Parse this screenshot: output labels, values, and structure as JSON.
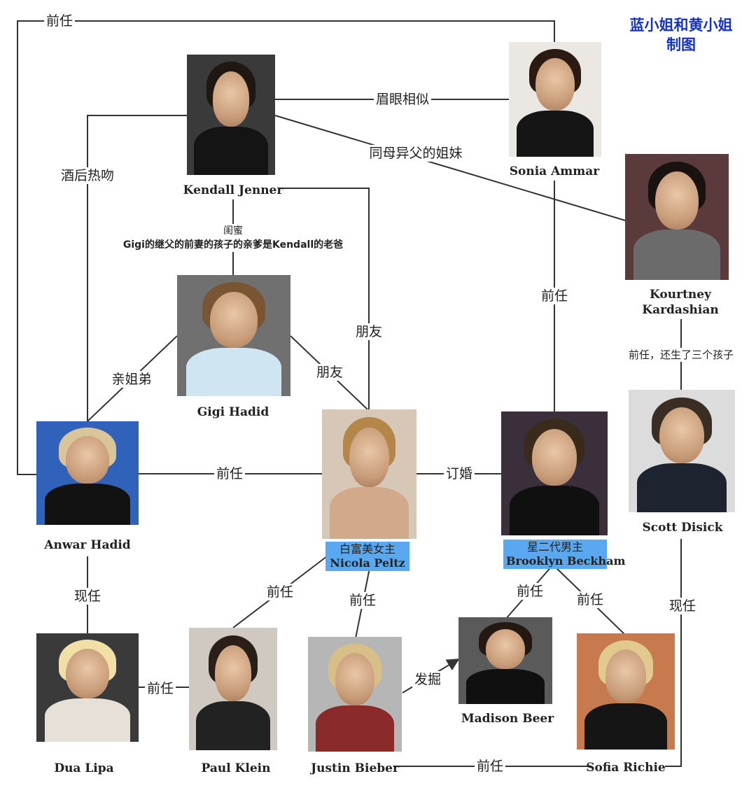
{
  "credit": {
    "line1": "蓝小姐和黄小姐",
    "line2": "制图"
  },
  "people": {
    "kendall": "Kendall Jenner",
    "sonia": "Sonia Ammar",
    "kourtney_1": "Kourtney",
    "kourtney_2": "Kardashian",
    "gigi": "Gigi Hadid",
    "anwar": "Anwar Hadid",
    "scott": "Scott Disick",
    "nicola_tag": "白富美女主",
    "nicola": "Nicola Peltz",
    "brooklyn_tag": "星二代男主",
    "brooklyn": "Brooklyn Beckham",
    "dua": "Dua Lipa",
    "paul": "Paul Klein",
    "justin": "Justin Bieber",
    "madison": "Madison Beer",
    "sofia": "Sofia Richie"
  },
  "relations": {
    "sonia_anwar": "前任",
    "kendall_sonia": "眉眼相似",
    "kendall_kourtney": "同母异父的姐妹",
    "kendall_anwar": "酒后热吻",
    "kendall_gigi_1": "闺蜜",
    "kendall_gigi_2": "Gigi的继父的前妻的孩子的亲爹是Kendall的老爸",
    "kendall_nicola": "朋友",
    "gigi_nicola": "朋友",
    "gigi_anwar": "亲姐弟",
    "sonia_brooklyn": "前任",
    "kourtney_scott": "前任，还生了三个孩子",
    "anwar_nicola": "前任",
    "nicola_brooklyn": "订婚",
    "anwar_dua": "现任",
    "nicola_paul": "前任",
    "nicola_justin": "前任",
    "brooklyn_madison": "前任",
    "brooklyn_sofia": "前任",
    "scott_sofia": "现任",
    "dua_paul": "前任",
    "justin_madison": "发掘",
    "justin_sofia": "前任"
  },
  "colors": {
    "line": "#333333",
    "credit": "#1432c8",
    "tag": "#5aa9f0"
  }
}
